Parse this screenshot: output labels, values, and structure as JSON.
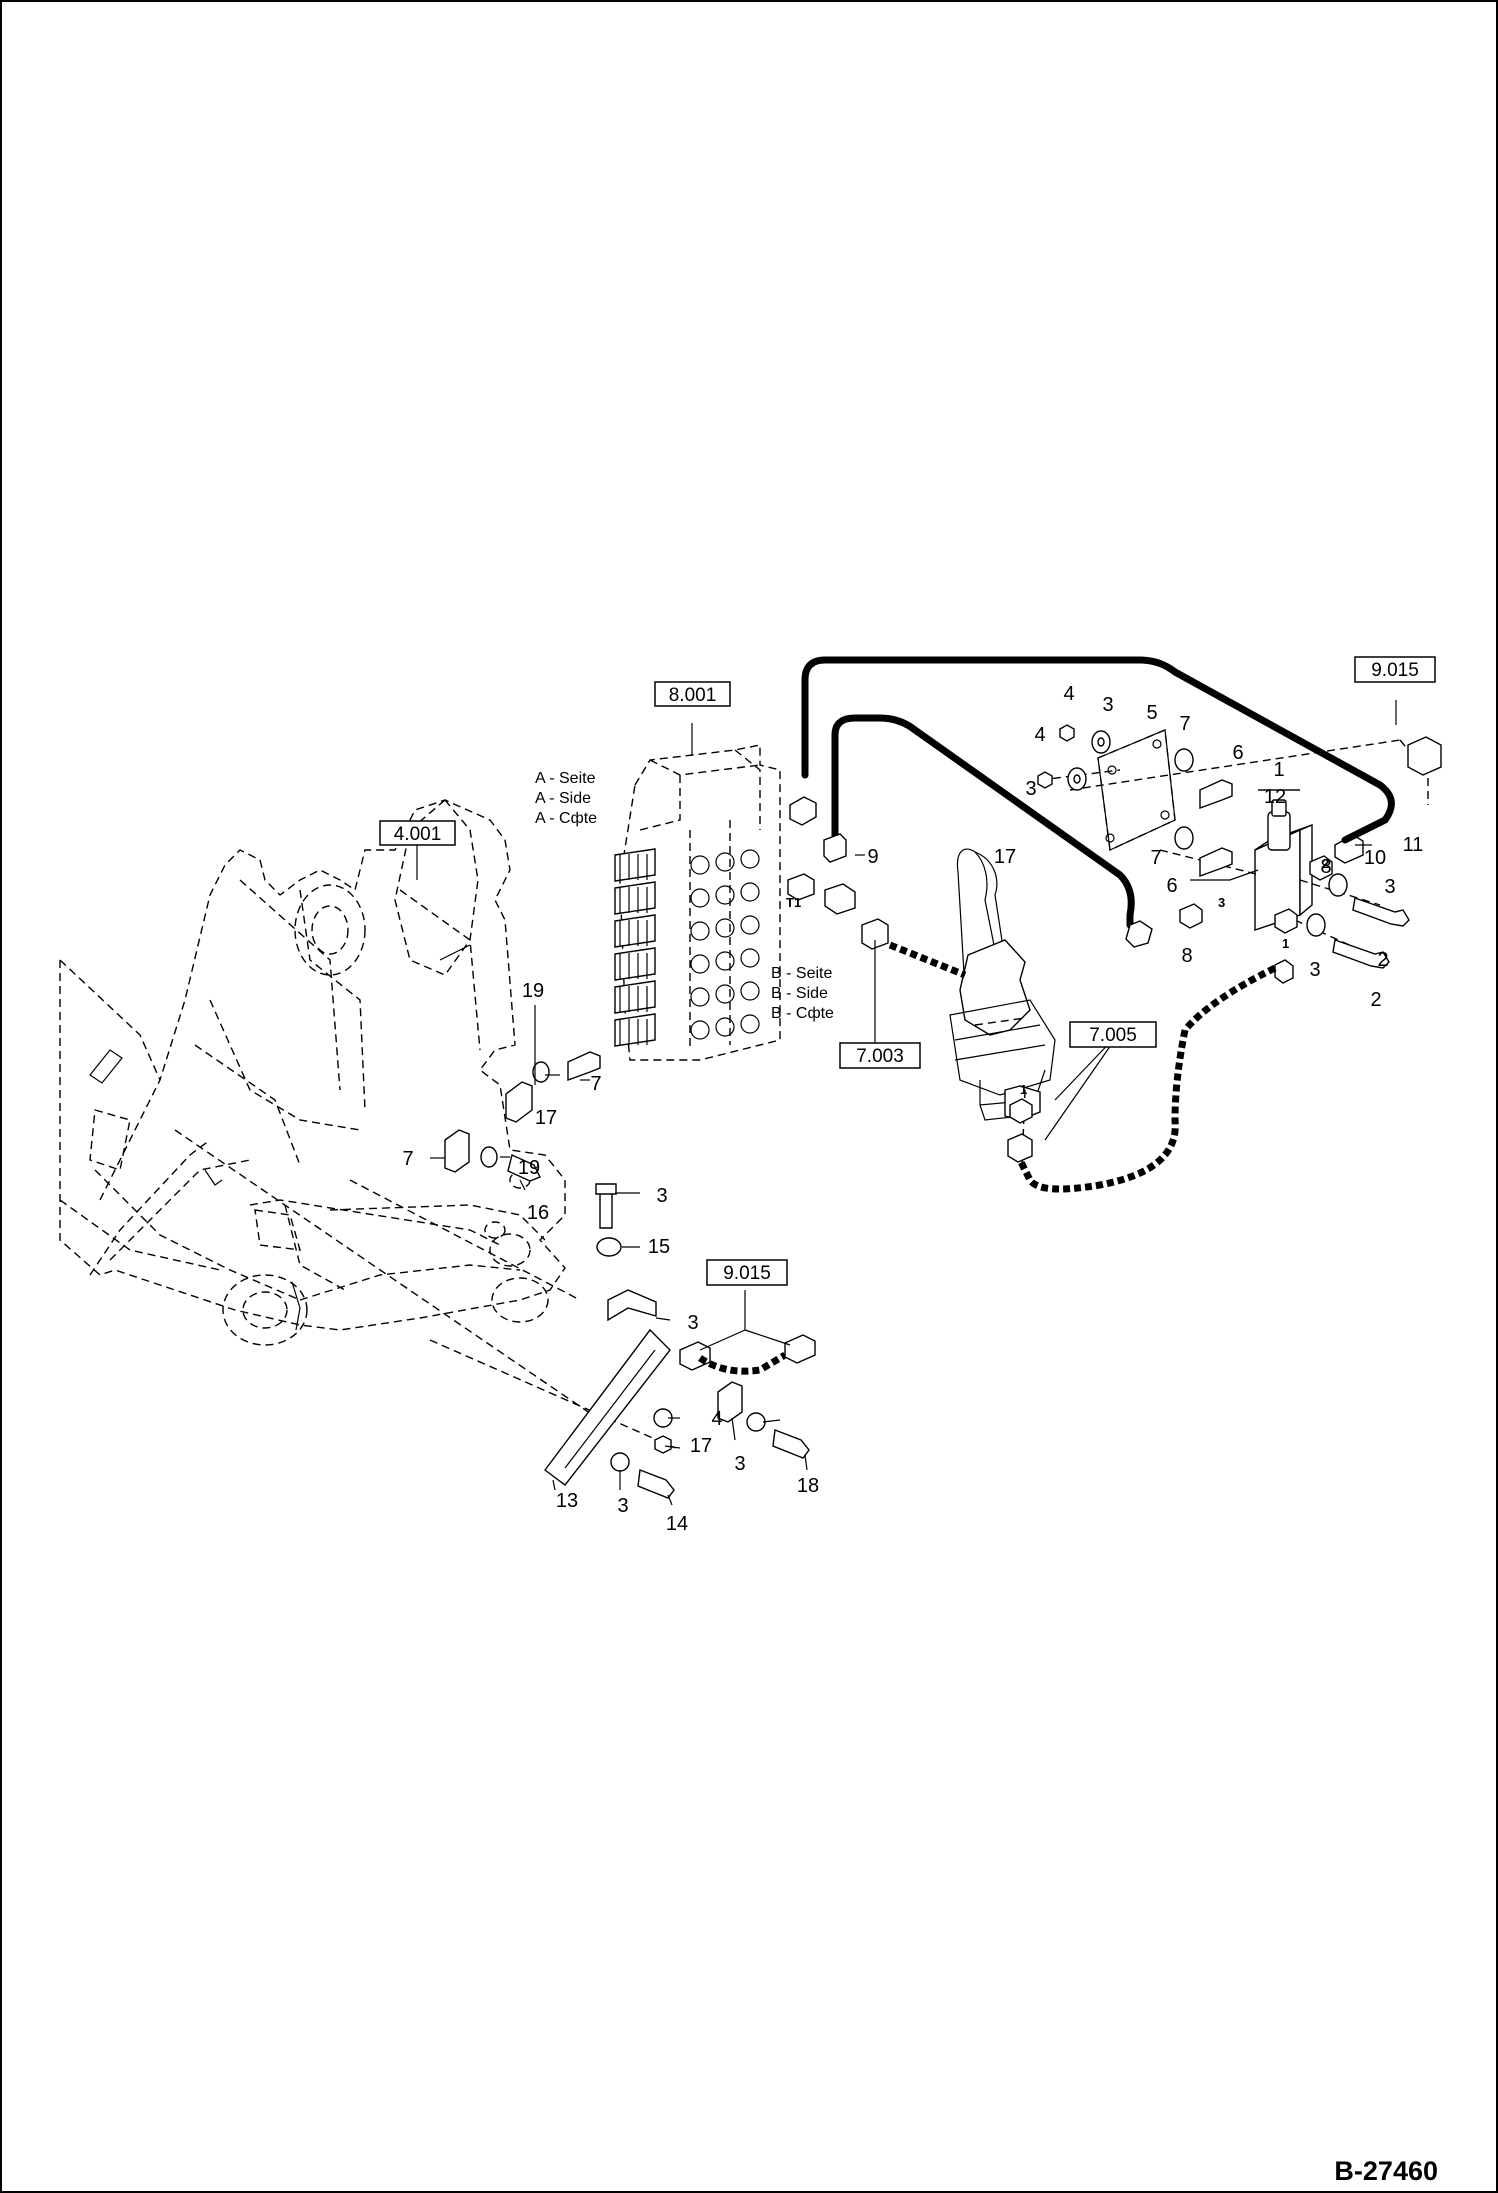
{
  "refs": {
    "boom_frame": "4.001",
    "control_valve": "8.001",
    "hose_set": "7.003",
    "joystick": "7.005",
    "sensor_top": "9.015",
    "sensor_bottom": "9.015"
  },
  "side_labels": {
    "a": [
      "A - Seite",
      "A - Side",
      "A - Сфte"
    ],
    "b": [
      "B - Seite",
      "B - Side",
      "B - Сфte"
    ]
  },
  "port_marks": {
    "t1": "T1",
    "p2": "2",
    "p3": "3",
    "p1_valve": "1",
    "p1_joystick": "1"
  },
  "callouts": [
    "1",
    "12",
    "4",
    "3",
    "4",
    "3",
    "5",
    "7",
    "6",
    "7",
    "6",
    "8",
    "11",
    "3",
    "8",
    "3",
    "2",
    "2",
    "10",
    "9",
    "17",
    "19",
    "7",
    "17",
    "7",
    "19",
    "16",
    "3",
    "15",
    "3",
    "4",
    "17",
    "3",
    "18",
    "13",
    "3",
    "14"
  ],
  "drawing_number": "B-27460"
}
